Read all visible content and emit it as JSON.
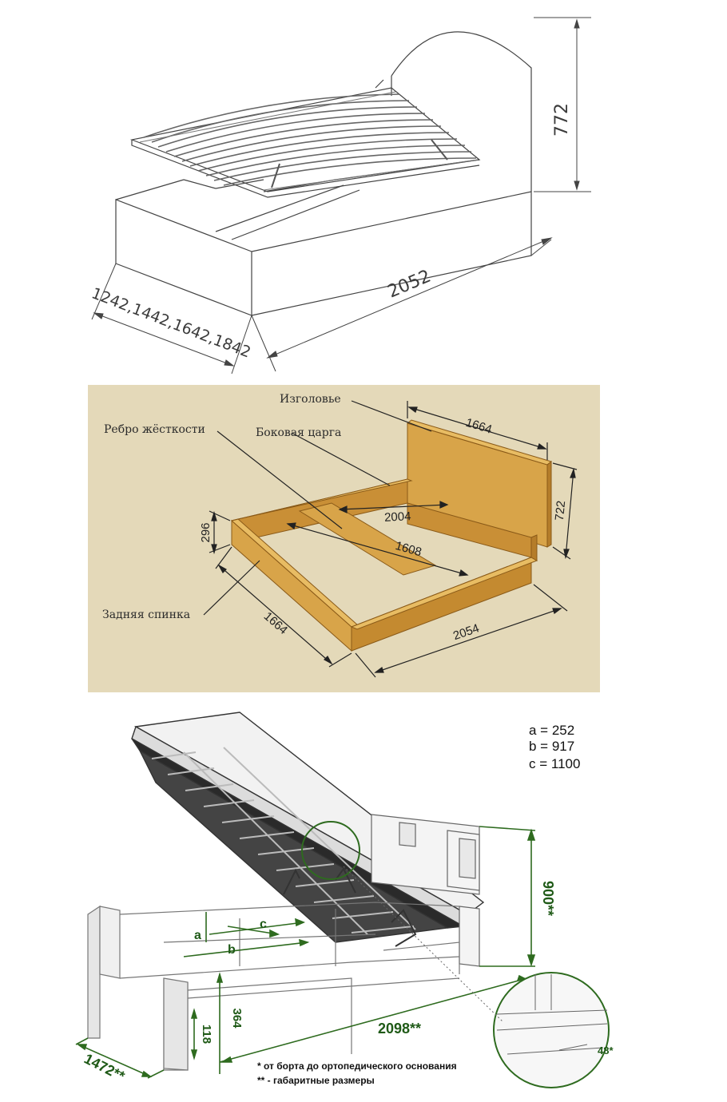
{
  "top": {
    "height_dim": "772",
    "length_dim": "2052",
    "width_dims": "1242,1442,1642,1842"
  },
  "middle": {
    "colors": {
      "background": "#e4d9b9",
      "wood": "#d8a449",
      "wood_dark": "#b57d2a",
      "wood_light": "#e8bc63"
    },
    "labels": {
      "headboard": "Изголовье",
      "rib": "Ребро жёсткости",
      "side_rail": "Боковая царга",
      "back": "Задняя спинка"
    },
    "dims": {
      "top_width": "1664",
      "inner_length": "2004",
      "inner_width": "1608",
      "head_height": "722",
      "side_height": "296",
      "front_width": "1664",
      "length": "2054"
    }
  },
  "bottom": {
    "colors": {
      "accent": "#2e6b1f",
      "line": "#555555"
    },
    "legend": [
      "a = 252",
      "b = 917",
      "c = 1100"
    ],
    "letters": {
      "a": "a",
      "b": "b",
      "c": "c"
    },
    "dims": {
      "height": "900**",
      "width": "1472**",
      "length": "2098**",
      "d364": "364",
      "d118": "118",
      "angle": "48*"
    },
    "notes": {
      "n1": "* от борта до ортопедического основания",
      "n2": "** - габаритные размеры"
    }
  }
}
